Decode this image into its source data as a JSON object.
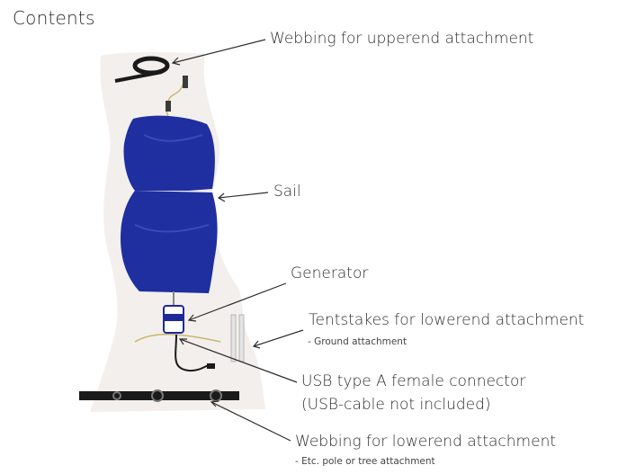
{
  "title": "Contents",
  "labels": {
    "webbing_upper": "Webbing for upperend attachment",
    "sail": "Sail",
    "generator": "Generator",
    "tentstakes": "Tentstakes for lowerend attachment",
    "tentstakes_sub": "- Ground attachment",
    "usb_line1": "USB type A female connector",
    "usb_line2": "(USB-cable not included)",
    "webbing_lower": "Webbing for lowerend attachment",
    "webbing_lower_sub": "- Etc. pole or tree attachment"
  },
  "colors": {
    "sail": "#1f2fa0",
    "backdrop": "#f3efec",
    "webbing": "#1a1a1a",
    "cord": "#c9b86a"
  }
}
